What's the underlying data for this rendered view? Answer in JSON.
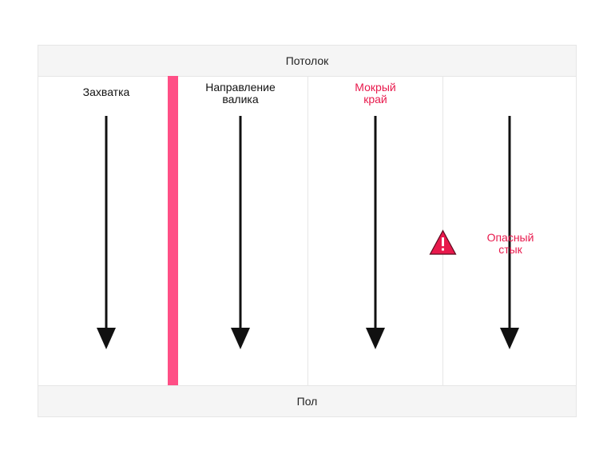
{
  "ceiling": {
    "label": "Потолок"
  },
  "floor": {
    "label": "Пол"
  },
  "columns": [
    {
      "label": "Захватка",
      "label_color": "#111111"
    },
    {
      "label": "Направление\nвалика",
      "label_color": "#111111"
    },
    {
      "label": "Мокрый\nкрай",
      "label_color": "#e8194c"
    },
    {
      "label": "",
      "label_color": "#111111"
    }
  ],
  "warning": {
    "icon": "warning-triangle-icon",
    "label": "Опасный\nстык",
    "color": "#e8194c"
  },
  "colors": {
    "arrow": "#111111",
    "accent_strip": "#ff4f86",
    "warning_fill": "#e8194c"
  }
}
